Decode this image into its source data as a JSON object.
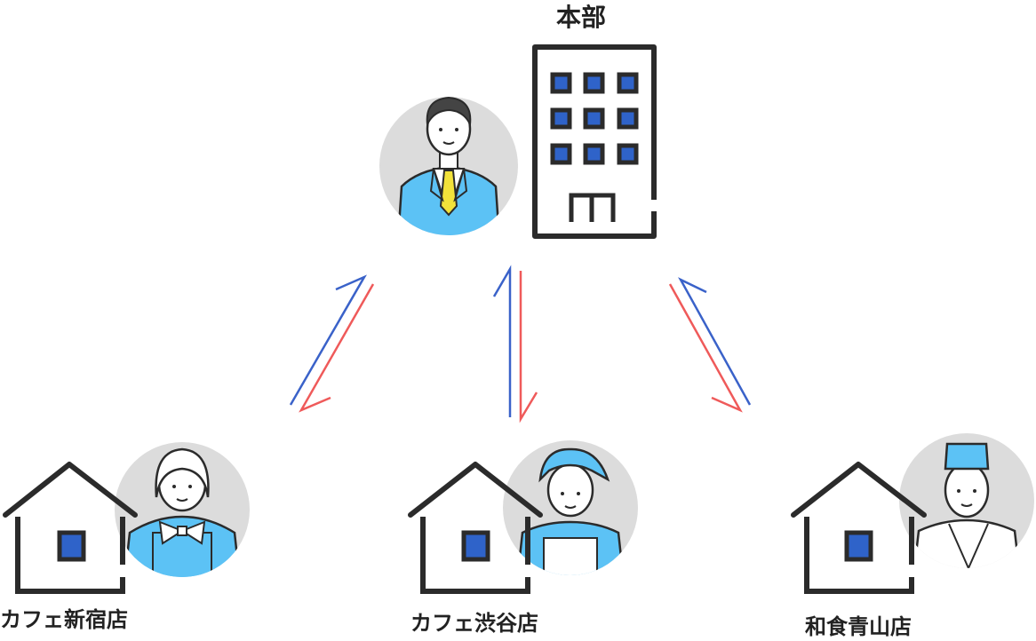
{
  "headquarters": {
    "label": "本部"
  },
  "shops": [
    {
      "label": "カフェ新宿店"
    },
    {
      "label": "カフェ渋谷店"
    },
    {
      "label": "和食青山店"
    }
  ],
  "colors": {
    "outline": "#2b2b2b",
    "window_blue": "#2f63c9",
    "light_blue": "#5cc2f5",
    "arrow_blue": "#3a62c9",
    "arrow_red": "#ef5a5a",
    "avatar_bg": "#dcdcdc",
    "tie_yellow": "#f2e23a"
  },
  "icons": {
    "headquarters_building": "office-building-icon",
    "headquarters_person": "businessman-avatar-icon",
    "shop_building": "house-icon",
    "shop_people": [
      "cafe-waitress-avatar-icon",
      "cafe-staff-avatar-icon",
      "japanese-chef-avatar-icon"
    ]
  }
}
